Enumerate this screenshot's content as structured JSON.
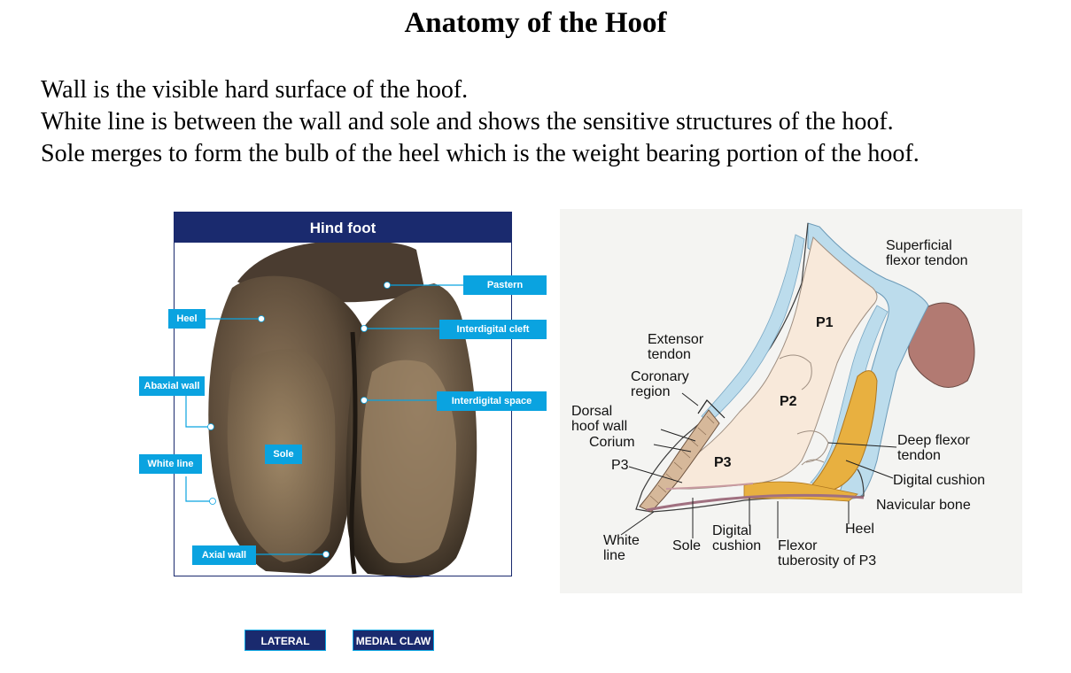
{
  "title": "Anatomy of the Hoof",
  "paragraphs": [
    "Wall is the visible hard surface of the hoof.",
    "White line is between the wall and sole and shows the sensitive structures of the hoof.",
    "Sole merges to form the bulb of the heel which is the weight bearing portion of the hoof."
  ],
  "hind_foot": {
    "header": "Hind foot",
    "labels": {
      "pastern": "Pastern",
      "interdigital_cleft": "Interdigital cleft",
      "interdigital_space": "Interdigital space",
      "heel": "Heel",
      "abaxial_wall": "Abaxial wall",
      "white_line": "White line",
      "sole": "Sole",
      "axial_wall": "Axial wall"
    },
    "claws": {
      "lateral": "LATERAL CLAW",
      "medial": "MEDIAL CLAW"
    }
  },
  "cross_section": {
    "labels": {
      "superficial_flexor_1": "Superficial",
      "superficial_flexor_2": "flexor tendon",
      "p1": "P1",
      "p2": "P2",
      "p3_bone": "P3",
      "extensor_1": "Extensor",
      "extensor_2": "tendon",
      "coronary_1": "Coronary",
      "coronary_2": "region",
      "dorsal_1": "Dorsal",
      "dorsal_2": "hoof wall",
      "corium": "Corium",
      "p3_left": "P3",
      "deep_flexor_1": "Deep flexor",
      "deep_flexor_2": "tendon",
      "digital_cushion_right": "Digital cushion",
      "navicular": "Navicular bone",
      "heel": "Heel",
      "white_line_1": "White",
      "white_line_2": "line",
      "sole": "Sole",
      "digital_cushion_1": "Digital",
      "digital_cushion_2": "cushion",
      "flexor_tub_1": "Flexor",
      "flexor_tub_2": "tuberosity of P3"
    }
  },
  "colors": {
    "navy": "#1a2a6e",
    "label_blue": "#0aa3e0",
    "hoof_brown": "#6b5a45",
    "tendon_blue": "#bcdcec",
    "bone_cream": "#f8e9da",
    "cushion_orange": "#e8b040",
    "skin_mauve": "#b27a72"
  }
}
